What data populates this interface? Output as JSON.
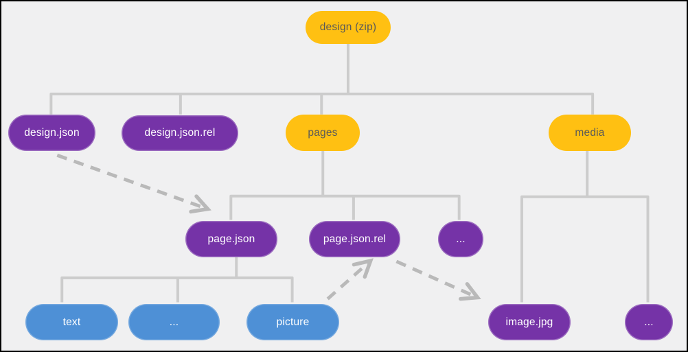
{
  "diagram": {
    "kind": "tree-diagram",
    "nodes": {
      "design_zip": {
        "label": "design (zip)",
        "color_role": "folder"
      },
      "design_json": {
        "label": "design.json",
        "color_role": "file"
      },
      "design_json_rel": {
        "label": "design.json.rel",
        "color_role": "file"
      },
      "pages": {
        "label": "pages",
        "color_role": "folder"
      },
      "media": {
        "label": "media",
        "color_role": "folder"
      },
      "page_json": {
        "label": "page.json",
        "color_role": "file"
      },
      "page_json_rel": {
        "label": "page.json.rel",
        "color_role": "file"
      },
      "pages_more": {
        "label": "...",
        "color_role": "file"
      },
      "text": {
        "label": "text",
        "color_role": "content"
      },
      "texts_more": {
        "label": "...",
        "color_role": "content"
      },
      "picture": {
        "label": "picture",
        "color_role": "content"
      },
      "image_jpg": {
        "label": "image.jpg",
        "color_role": "file"
      },
      "media_more": {
        "label": "...",
        "color_role": "file"
      }
    },
    "tree_edges": [
      {
        "from": "design_zip",
        "to": "design_json"
      },
      {
        "from": "design_zip",
        "to": "design_json_rel"
      },
      {
        "from": "design_zip",
        "to": "pages"
      },
      {
        "from": "design_zip",
        "to": "media"
      },
      {
        "from": "pages",
        "to": "page_json"
      },
      {
        "from": "pages",
        "to": "page_json_rel"
      },
      {
        "from": "pages",
        "to": "pages_more"
      },
      {
        "from": "page_json",
        "to": "text"
      },
      {
        "from": "page_json",
        "to": "texts_more"
      },
      {
        "from": "page_json",
        "to": "picture"
      },
      {
        "from": "media",
        "to": "image_jpg"
      },
      {
        "from": "media",
        "to": "media_more"
      }
    ],
    "reference_arrows": [
      {
        "from": "design_json",
        "to": "page_json",
        "style": "dashed"
      },
      {
        "from": "picture",
        "to": "page_json_rel",
        "style": "dashed"
      },
      {
        "from": "page_json_rel",
        "to": "image_jpg",
        "style": "dashed"
      }
    ],
    "colors": {
      "folder_yellow": "#FFC012",
      "file_purple": "#7533A7",
      "content_blue": "#4E90D6",
      "connector_gray": "#CCCCCC",
      "arrow_gray": "#B9B9B9",
      "background": "#F0F0F1",
      "frame_border": "#000000",
      "text_on_folder": "#595959",
      "text_on_file": "#FFFFFF"
    }
  }
}
